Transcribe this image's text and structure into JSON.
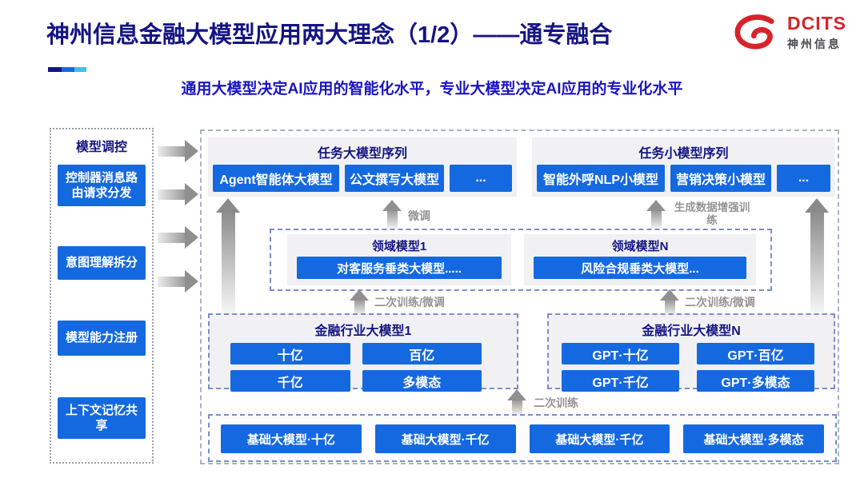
{
  "header": {
    "title": "神州信息金融大模型应用两大理念（1/2）——通专融合",
    "subtitle": "通用大模型决定AI应用的智能化水平，专业大模型决定AI应用的专业化水平",
    "logo": {
      "brand": "DCITS",
      "brand_cn": "神州信息"
    }
  },
  "colors": {
    "accent_blue": "#1569e0",
    "title_navy": "#141484",
    "subtitle_blue": "#1a14c2",
    "logo_red": "#d8232a",
    "panel_gray": "#f1f1f3",
    "arrow_gray": "#949494"
  },
  "sidebar": {
    "title": "模型调控",
    "items": [
      {
        "label": "控制器消息路由请求分发"
      },
      {
        "label": "意图理解拆分"
      },
      {
        "label": "模型能力注册"
      },
      {
        "label": "上下文记忆共享"
      }
    ]
  },
  "task_sections": [
    {
      "title": "任务大模型序列",
      "models": [
        "Agent智能体大模型",
        "公文撰写大模型",
        "..."
      ]
    },
    {
      "title": "任务小模型序列",
      "models": [
        "智能外呼NLP小模型",
        "营销决策小模型",
        "..."
      ]
    }
  ],
  "domain_sections": [
    {
      "title": "领域模型1",
      "model": "对客服务垂类大模型....."
    },
    {
      "title": "领域模型N",
      "model": "风险合规垂类大模型..."
    }
  ],
  "industry_sections": [
    {
      "title": "金融行业大模型1",
      "models": [
        "十亿",
        "百亿",
        "千亿",
        "多模态"
      ]
    },
    {
      "title": "金融行业大模型N",
      "models": [
        "GPT·十亿",
        "GPT·百亿",
        "GPT·千亿",
        "GPT·多模态"
      ]
    }
  ],
  "base_models": [
    "基础大模型·十亿",
    "基础大模型·千亿",
    "基础大模型·千亿",
    "基础大模型·多模态"
  ],
  "arrows": {
    "finetune": "微调",
    "gen_train": "生成数据增强训练",
    "retrain_finetune": "二次训练/微调",
    "retrain": "二次训练"
  }
}
